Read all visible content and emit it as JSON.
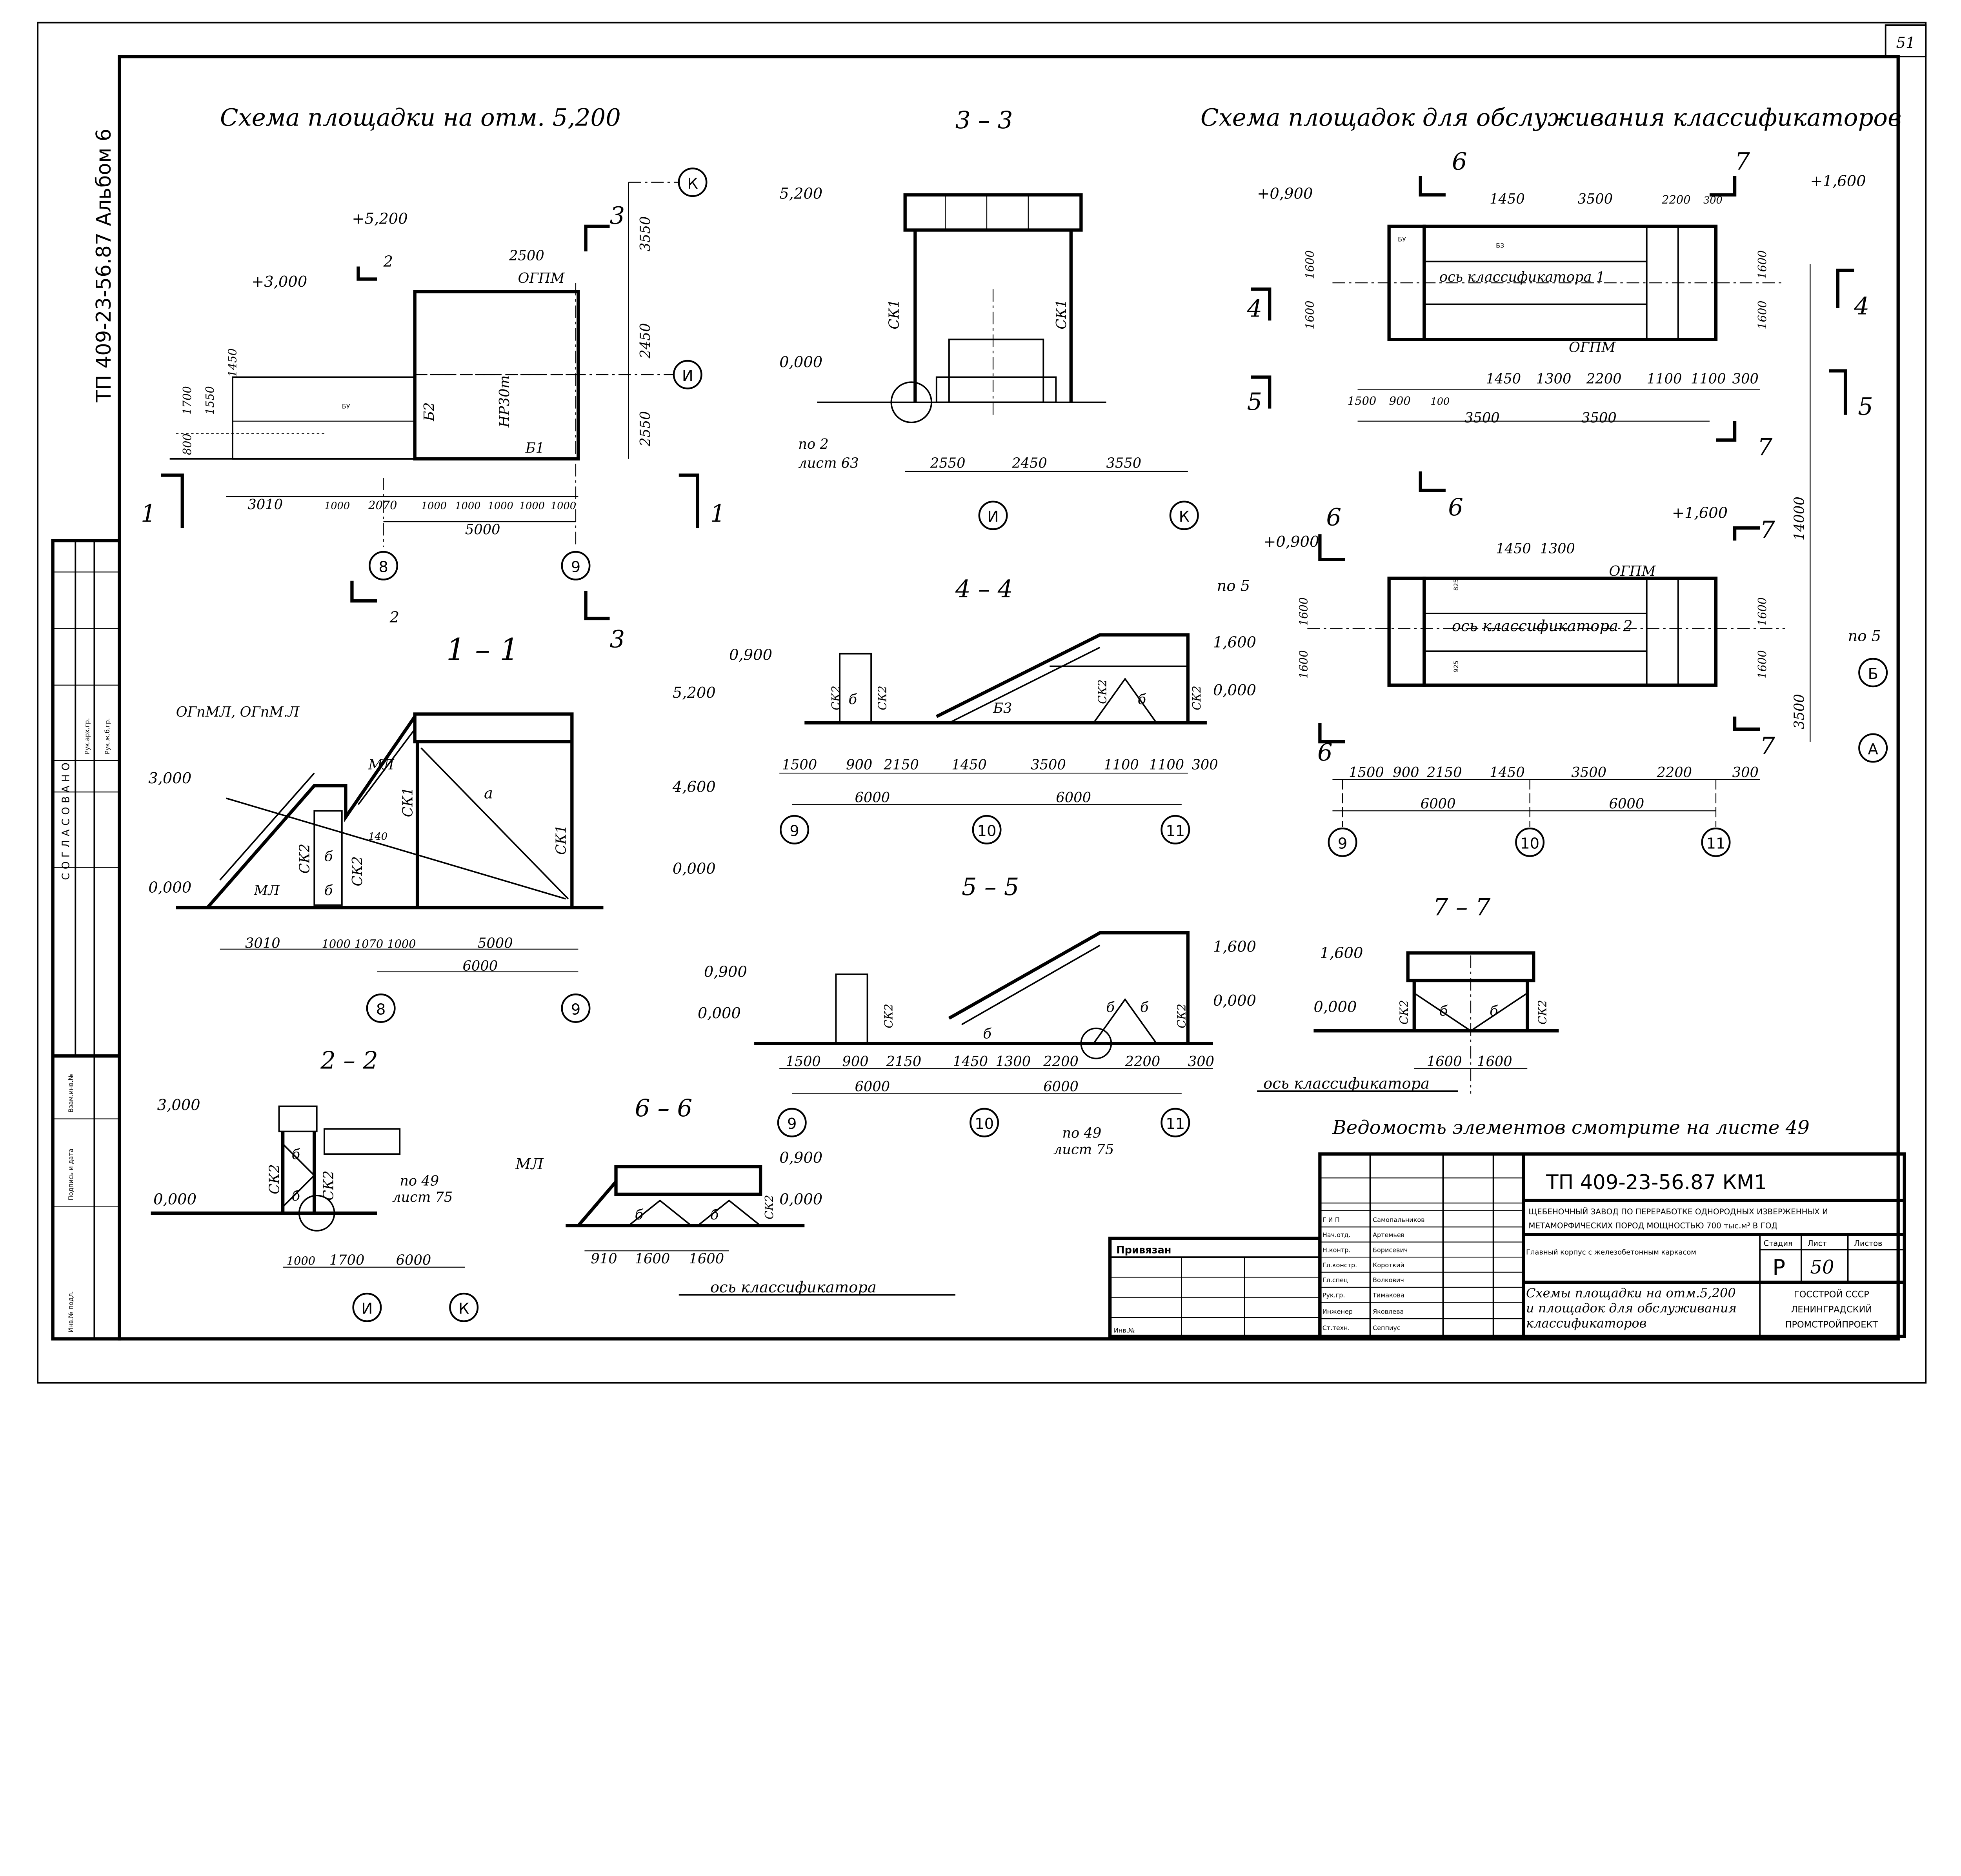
{
  "sheet_number": "51",
  "side_label": "ТП 409-23-56.87  Альбом 6",
  "views": {
    "plan_5200": {
      "title": "Схема площадки на отм. 5,200",
      "marks": [
        "+5,200",
        "+3,000",
        "ОГПМ",
        "2500",
        "БУ",
        "Б2",
        "Б1",
        "НР30т"
      ],
      "dims_bottom": [
        "3010",
        "1000",
        "2070",
        "1000",
        "1000",
        "1000",
        "1000",
        "1000"
      ],
      "dims_total": "5000",
      "dims_right": [
        "3550",
        "2450",
        "2550"
      ],
      "dims_left": [
        "1450",
        "1550",
        "1700",
        "800"
      ],
      "axes": [
        "8",
        "9",
        "К",
        "И"
      ],
      "cuts": [
        "1",
        "1",
        "2",
        "2",
        "3",
        "3"
      ]
    },
    "section_3_3": {
      "title": "3 – 3",
      "marks": [
        "5,200",
        "0,000",
        "СК1",
        "СК1"
      ],
      "dims": [
        "2550",
        "2450",
        "3550"
      ],
      "axes": [
        "И",
        "К"
      ],
      "callout": [
        "по 2",
        "лист 63"
      ]
    },
    "plan_classifiers": {
      "title": "Схема площадок для обслуживания классификаторов",
      "upper": {
        "marks": [
          "+0,900",
          "+1,600",
          "ось классификатора 1",
          "ОГПМ",
          "Б3",
          "БУ"
        ],
        "dims_top": [
          "1450",
          "3500",
          "2200",
          "300"
        ],
        "dims_bottom": [
          "1450",
          "1300",
          "2200",
          "1100",
          "1100",
          "300"
        ],
        "dims_bottom2": [
          "1500",
          "900",
          "100",
          "3500",
          "3500"
        ],
        "dims_side": [
          "1600",
          "1600",
          "1600",
          "1600"
        ]
      },
      "lower": {
        "marks": [
          "+0,900",
          "+1,600",
          "ось классификатора 2",
          "ОГПМ",
          "по 5",
          "по 5",
          "825",
          "925"
        ],
        "dims_top": [
          "1450",
          "1300"
        ],
        "dims_bottom": [
          "1500",
          "900",
          "2150",
          "1450",
          "3500",
          "2200",
          "300"
        ],
        "dims_total": [
          "6000",
          "6000"
        ],
        "dims_side": [
          "1600",
          "1600",
          "1600",
          "1600"
        ],
        "dims_right": [
          "14000",
          "3500"
        ]
      },
      "axes": [
        "9",
        "10",
        "11",
        "Б",
        "А"
      ],
      "cuts": [
        "6",
        "6",
        "7",
        "7",
        "4",
        "4",
        "5",
        "5",
        "6",
        "6",
        "7",
        "7"
      ]
    },
    "section_1_1": {
      "title": "1 – 1",
      "marks": [
        "ОГпМЛ, ОГпМ.Л",
        "3,000",
        "0,000",
        "5,200",
        "4,600",
        "0,000",
        "МЛ",
        "МЛ",
        "СК1",
        "СК1",
        "СК2",
        "СК2",
        "а",
        "б",
        "б",
        "140"
      ],
      "dims": [
        "3010",
        "1000",
        "1070",
        "1000",
        "5000"
      ],
      "dims_total": "6000",
      "axes": [
        "8",
        "9"
      ]
    },
    "section_4_4": {
      "title": "4 – 4",
      "marks": [
        "0,900",
        "1,600",
        "0,000",
        "Б3",
        "СК2",
        "СК2",
        "СК2",
        "СК2",
        "б",
        "б"
      ],
      "dims": [
        "1500",
        "900",
        "2150",
        "1450",
        "3500",
        "1100",
        "1100",
        "300"
      ],
      "dims_total": [
        "6000",
        "6000"
      ],
      "axes": [
        "9",
        "10",
        "11"
      ]
    },
    "section_5_5": {
      "title": "5 – 5",
      "marks": [
        "0,900",
        "0,000",
        "1,600",
        "0,000",
        "СК2",
        "СК2",
        "б",
        "б",
        "б"
      ],
      "dims": [
        "1500",
        "900",
        "2150",
        "1450",
        "1300",
        "2200",
        "2200",
        "300"
      ],
      "dims_total": [
        "6000",
        "6000"
      ],
      "axes": [
        "9",
        "10",
        "11"
      ],
      "callout": [
        "по 49",
        "лист 75"
      ]
    },
    "section_2_2": {
      "title": "2 – 2",
      "marks": [
        "3,000",
        "0,000",
        "СК2",
        "СК2",
        "б",
        "б"
      ],
      "dims": [
        "1000",
        "1700",
        "6000"
      ],
      "axes": [
        "И",
        "К"
      ],
      "callout": [
        "по 49",
        "лист 75"
      ]
    },
    "section_6_6": {
      "title": "6 – 6",
      "marks": [
        "МЛ",
        "0,900",
        "0,000",
        "СК2",
        "б",
        "б"
      ],
      "dims": [
        "910",
        "1600",
        "1600"
      ],
      "axis_label": "ось классификатора"
    },
    "section_7_7": {
      "title": "7 – 7",
      "marks": [
        "1,600",
        "0,000",
        "СК2",
        "СК2",
        "б",
        "б"
      ],
      "dims": [
        "1600",
        "1600"
      ],
      "axis_label": "ось классификатора"
    }
  },
  "note": "Ведомость элементов смотрите на листе 49",
  "title_block": {
    "code": "ТП  409-23-56.87  КМ1",
    "project": [
      "ЩЕБЕНОЧНЫЙ ЗАВОД ПО ПЕРЕРАБОТКЕ ОДНОРОДНЫХ ИЗВЕРЖЕННЫХ И",
      "МЕТАМОРФИЧЕСКИХ ПОРОД МОЩНОСТЬЮ 700 тыс.м³ В ГОД"
    ],
    "building": "Главный корпус с железобетонным каркасом",
    "stage_header": "Стадия",
    "sheet_header": "Лист",
    "sheets_header": "Листов",
    "stage": "Р",
    "sheet": "50",
    "sheet_title": [
      "Схемы площадки на отм.5,200",
      "и площадок для обслуживания",
      "классификаторов"
    ],
    "org": [
      "ГОССТРОЙ СССР",
      "ЛЕНИНГРАДСКИЙ",
      "ПРОМСТРОЙПРОЕКТ"
    ],
    "staff": [
      {
        "role": "Г И П",
        "name": "Самопальников"
      },
      {
        "role": "Нач.отд.",
        "name": "Артемьев"
      },
      {
        "role": "Н.контр.",
        "name": "Борисевич"
      },
      {
        "role": "Гл.констр.",
        "name": "Короткий"
      },
      {
        "role": "Гл.спец",
        "name": "Волкович"
      },
      {
        "role": "Рук.гр.",
        "name": "Тимакова"
      },
      {
        "role": "Инженер",
        "name": "Яковлева"
      },
      {
        "role": "Ст.техн.",
        "name": "Сеппиус"
      }
    ],
    "bound_label": "Привязан",
    "inv_label": "Инв.№"
  },
  "left_stamp": {
    "agreed": "СОГЛАСОВАНО",
    "rows": [
      "Рук.арх.гр.",
      "Рук.ж.б.гр."
    ],
    "bottom": [
      "Инв.№ подл.",
      "Подпись и дата",
      "Взам.инв.№"
    ]
  }
}
